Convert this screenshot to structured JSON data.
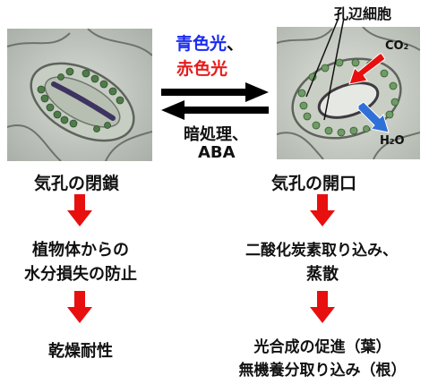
{
  "left_panel": {
    "caption": "気孔の閉鎖",
    "step1_line1": "植物体からの",
    "step1_line2": "水分損失の防止",
    "step2": "乾燥耐性"
  },
  "middle": {
    "signal_blue": "青色光",
    "signal_blue_sep": "、",
    "signal_red": "赤色光",
    "inhibitor_line1": "暗処理、",
    "inhibitor_line2": "ABA"
  },
  "right_panel": {
    "guard_cell_label": "孔辺細胞",
    "co2_label": "CO",
    "co2_sub": "2",
    "h2o_label_a": "H",
    "h2o_sub": "2",
    "h2o_label_b": "O",
    "caption": "気孔の開口",
    "step1_line1": "二酸化炭素取り込み、",
    "step1_line2": "蒸散",
    "step2_line1": "光合成の促進（葉）",
    "step2_line2": "無機養分取り込み（根）"
  },
  "colors": {
    "blue_text": "#1a2cf0",
    "red_text": "#e81c1c",
    "arrow_red": "#e80f0f",
    "arrow_blue": "#2f6fd8",
    "process_arrow": "#000000"
  }
}
